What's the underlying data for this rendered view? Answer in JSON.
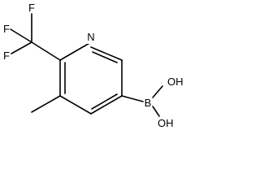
{
  "molecule": {
    "labels": {
      "nitrogen": "N",
      "fluorine_1": "F",
      "fluorine_2": "F",
      "fluorine_3": "F",
      "boron": "B",
      "hydroxyl_1": "OH",
      "hydroxyl_2": "OH"
    },
    "colors": {
      "bond": "#000000",
      "text": "#000000",
      "background": "#ffffff"
    }
  }
}
